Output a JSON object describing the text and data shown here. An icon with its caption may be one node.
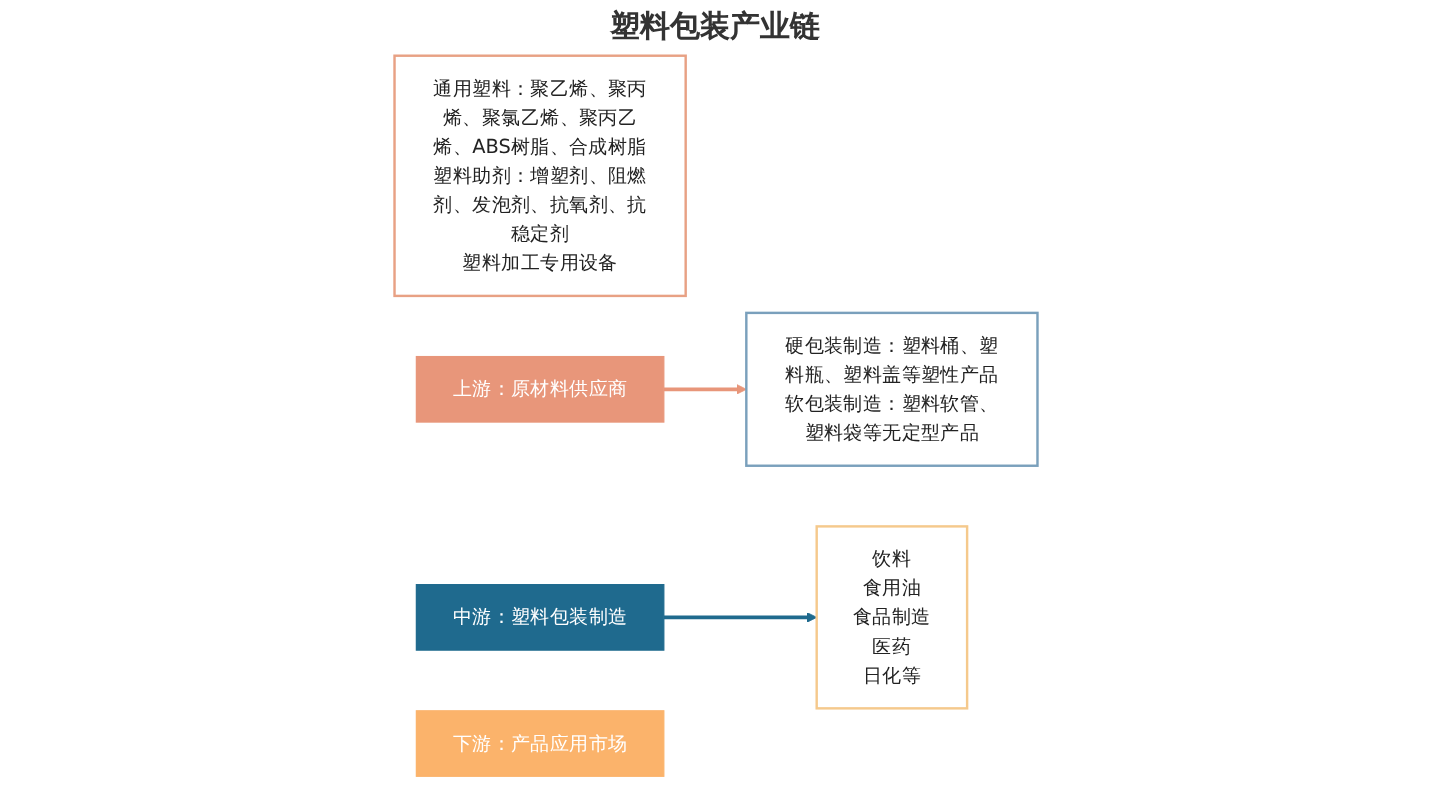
{
  "diagram": {
    "title": "塑料包装产业链",
    "nodes": [
      {
        "text": [
          "通用塑料：聚乙烯、聚丙烯、聚氯乙烯、聚丙乙烯、ABS树脂、合成树脂",
          "塑料助剂：增塑剂、阻燃剂、发泡剂、抗氧剂、抗稳定剂",
          "塑料加工专用设备"
        ]
      },
      {
        "text": [
          "上游：原材料供应商"
        ]
      },
      {
        "text": [
          "中游：塑料包装制造"
        ]
      },
      {
        "text": [
          "硬包装制造：塑料桶、塑料瓶、塑料盖等塑性产品",
          "软包装制造：塑料软管、塑料袋等无定型产品"
        ]
      },
      {
        "text": [
          "饮料",
          "食用油",
          "食品制造",
          "医药",
          "日化等"
        ]
      },
      {
        "text": [
          "下游：产品应用市场"
        ]
      }
    ],
    "edges": [
      {
        "from": 1,
        "to": 3,
        "arrow": "to",
        "color": "#e8967a"
      },
      {
        "from": 2,
        "to": 4,
        "arrow": "to",
        "color": "#1f6a8e"
      }
    ]
  }
}
